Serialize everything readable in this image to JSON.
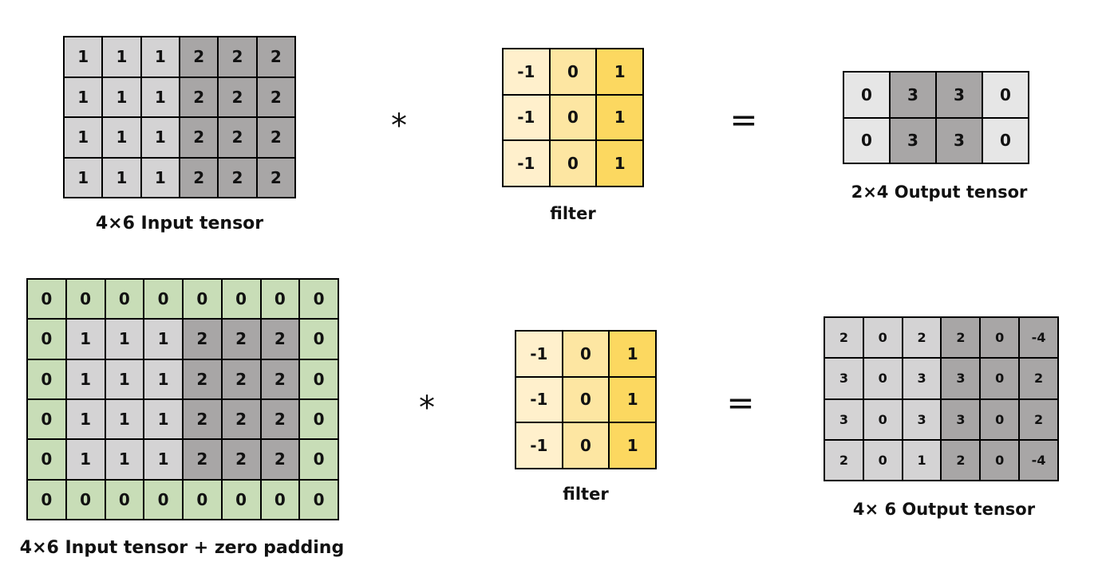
{
  "colors": {
    "light": "#d4d3d4",
    "dark": "#a8a6a6",
    "pad": "#c8ddb7",
    "out_light": "#e6e6e6",
    "filter_col1": "#fff0cc",
    "filter_col2": "#fde6a2",
    "filter_col3": "#fcd860"
  },
  "top": {
    "input": {
      "caption": "4×6 Input tensor",
      "rows": [
        [
          1,
          1,
          1,
          2,
          2,
          2
        ],
        [
          1,
          1,
          1,
          2,
          2,
          2
        ],
        [
          1,
          1,
          1,
          2,
          2,
          2
        ],
        [
          1,
          1,
          1,
          2,
          2,
          2
        ]
      ]
    },
    "operator": "*",
    "filter": {
      "caption": "filter",
      "rows": [
        [
          -1,
          0,
          1
        ],
        [
          -1,
          0,
          1
        ],
        [
          -1,
          0,
          1
        ]
      ]
    },
    "equals": "=",
    "output": {
      "caption": "2×4 Output tensor",
      "rows": [
        [
          0,
          3,
          3,
          0
        ],
        [
          0,
          3,
          3,
          0
        ]
      ]
    }
  },
  "bottom": {
    "input": {
      "caption": "4×6 Input tensor + zero padding",
      "rows": [
        [
          0,
          0,
          0,
          0,
          0,
          0,
          0,
          0
        ],
        [
          0,
          1,
          1,
          1,
          2,
          2,
          2,
          0
        ],
        [
          0,
          1,
          1,
          1,
          2,
          2,
          2,
          0
        ],
        [
          0,
          1,
          1,
          1,
          2,
          2,
          2,
          0
        ],
        [
          0,
          1,
          1,
          1,
          2,
          2,
          2,
          0
        ],
        [
          0,
          0,
          0,
          0,
          0,
          0,
          0,
          0
        ]
      ]
    },
    "operator": "*",
    "filter": {
      "caption": "filter",
      "rows": [
        [
          -1,
          0,
          1
        ],
        [
          -1,
          0,
          1
        ],
        [
          -1,
          0,
          1
        ]
      ]
    },
    "equals": "=",
    "output": {
      "caption": "4× 6 Output tensor",
      "rows": [
        [
          2,
          0,
          2,
          2,
          0,
          -4
        ],
        [
          3,
          0,
          3,
          3,
          0,
          2
        ],
        [
          3,
          0,
          3,
          3,
          0,
          2
        ],
        [
          2,
          0,
          1,
          2,
          0,
          -4
        ]
      ]
    }
  }
}
